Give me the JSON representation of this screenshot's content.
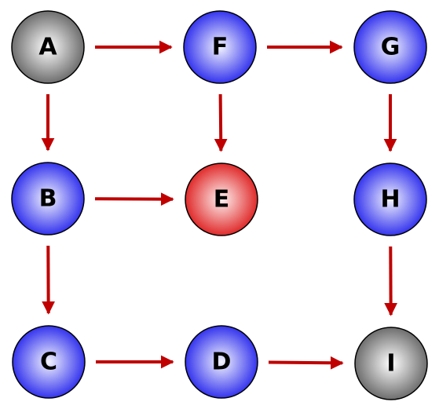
{
  "nodes": [
    {
      "id": "A",
      "label": "A",
      "style": "gray"
    },
    {
      "id": "F",
      "label": "F",
      "style": "blue"
    },
    {
      "id": "G",
      "label": "G",
      "style": "blue"
    },
    {
      "id": "B",
      "label": "B",
      "style": "blue"
    },
    {
      "id": "E",
      "label": "E",
      "style": "red"
    },
    {
      "id": "H",
      "label": "H",
      "style": "blue"
    },
    {
      "id": "C",
      "label": "C",
      "style": "blue"
    },
    {
      "id": "D",
      "label": "D",
      "style": "blue"
    },
    {
      "id": "I",
      "label": "I",
      "style": "gray"
    }
  ],
  "edges": [
    {
      "from": "A",
      "to": "F"
    },
    {
      "from": "F",
      "to": "G"
    },
    {
      "from": "A",
      "to": "B"
    },
    {
      "from": "F",
      "to": "E"
    },
    {
      "from": "G",
      "to": "H"
    },
    {
      "from": "B",
      "to": "E"
    },
    {
      "from": "B",
      "to": "C"
    },
    {
      "from": "H",
      "to": "I"
    },
    {
      "from": "C",
      "to": "D"
    },
    {
      "from": "D",
      "to": "I"
    }
  ],
  "colors": {
    "arrow": "#c00000",
    "blue_light": "#f4f4ff",
    "blue_dark": "#3434ee",
    "red_light": "#fff2f2",
    "red_dark": "#e02a2a",
    "gray_light": "#ffffff",
    "gray_dark": "#6e6e6e",
    "outline": "#000000"
  }
}
